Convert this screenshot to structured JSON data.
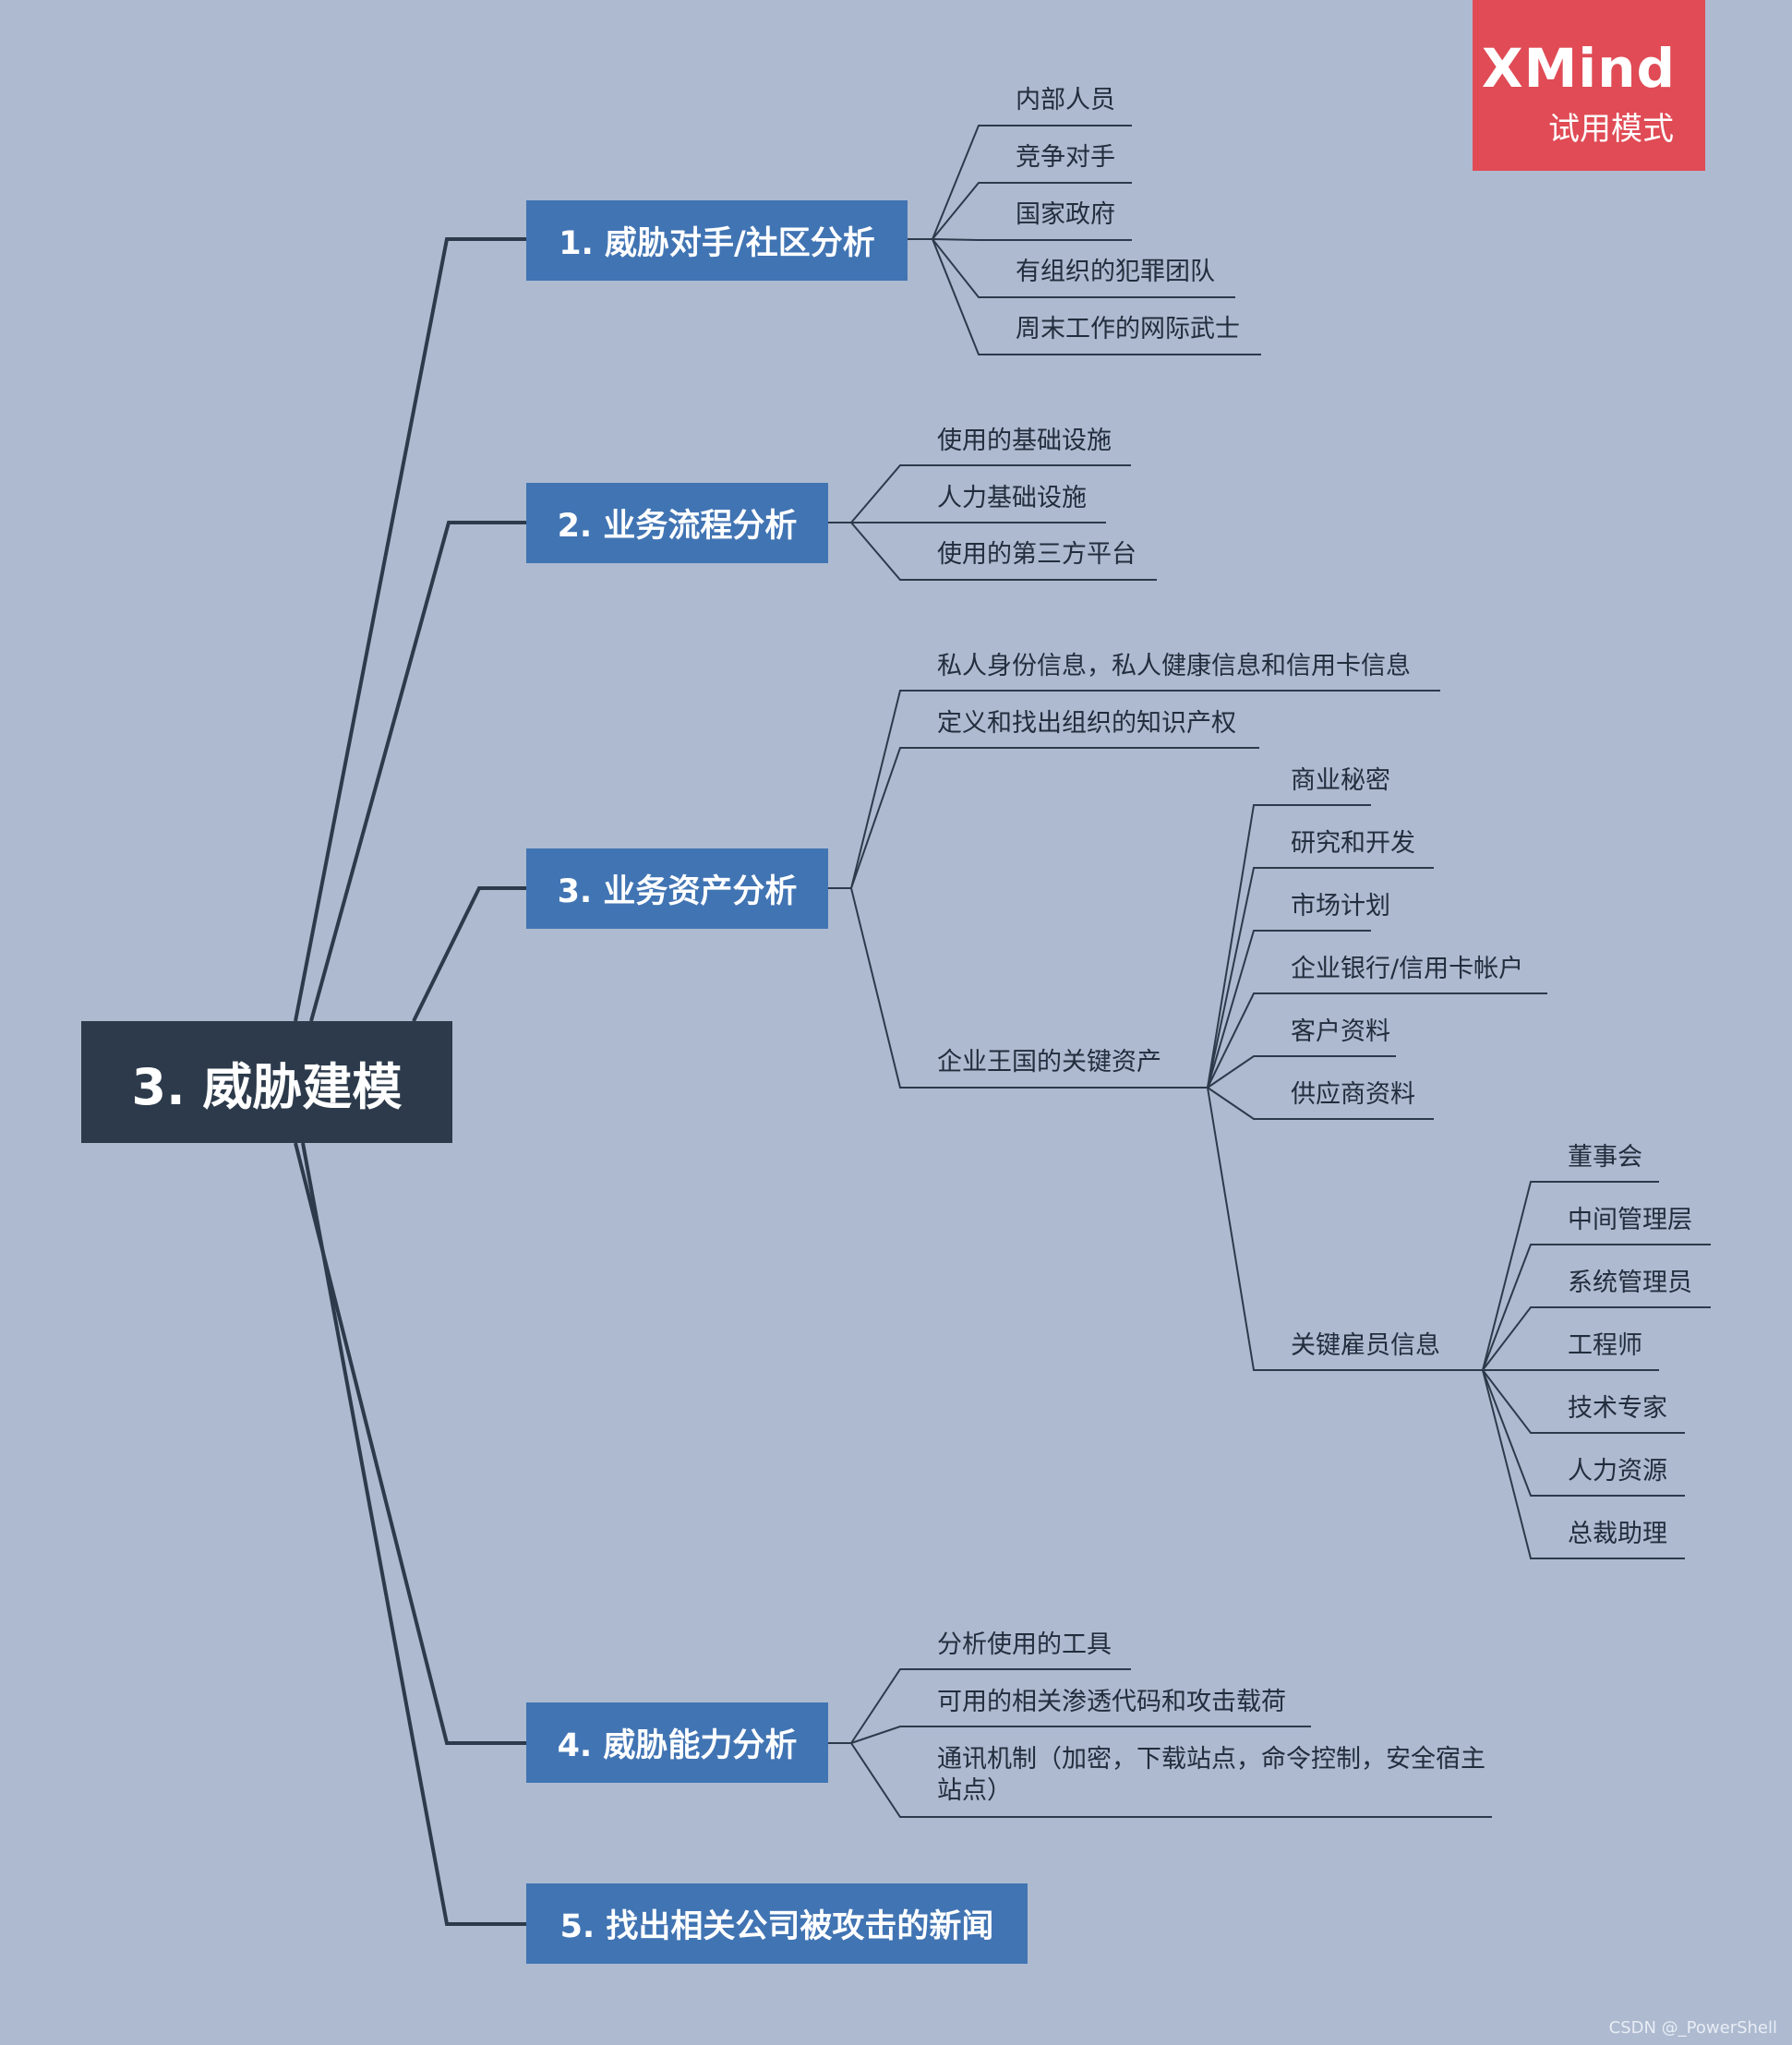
{
  "root": {
    "label": "3. 威胁建模"
  },
  "branches": [
    {
      "label": "1. 威胁对手/社区分析",
      "children": [
        "内部人员",
        "竞争对手",
        "国家政府",
        "有组织的犯罪团队",
        "周末工作的网际武士"
      ]
    },
    {
      "label": "2. 业务流程分析",
      "children": [
        "使用的基础设施",
        "人力基础设施",
        "使用的第三方平台"
      ]
    },
    {
      "label": "3. 业务资产分析",
      "children": [
        "私人身份信息，私人健康信息和信用卡信息",
        "定义和找出组织的知识产权",
        {
          "label": "企业王国的关键资产",
          "children": [
            "商业秘密",
            "研究和开发",
            "市场计划",
            "企业银行/信用卡帐户",
            "客户资料",
            "供应商资料",
            {
              "label": "关键雇员信息",
              "children": [
                "董事会",
                "中间管理层",
                "系统管理员",
                "工程师",
                "技术专家",
                "人力资源",
                "总裁助理"
              ]
            }
          ]
        }
      ]
    },
    {
      "label": "4. 威胁能力分析",
      "children": [
        "分析使用的工具",
        "可用的相关渗透代码和攻击载荷",
        "通讯机制（加密，下载站点，命令控制，安全宿主站点）"
      ]
    },
    {
      "label": "5. 找出相关公司被攻击的新闻",
      "children": []
    }
  ],
  "watermark": {
    "brand": "XMind",
    "mode": "试用模式"
  },
  "credit": "CSDN @_PowerShell",
  "colors": {
    "background": "#adbad0",
    "root_fill": "#2c3a4b",
    "branch_fill": "#4174b3",
    "line": "#2c3a4b",
    "watermark_fill": "#e04b55"
  }
}
